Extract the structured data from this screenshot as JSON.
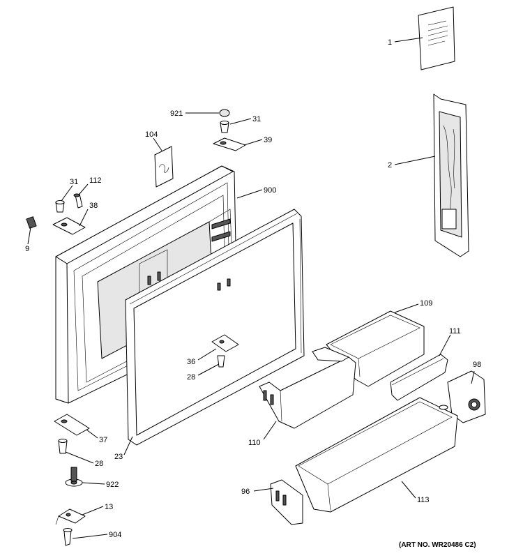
{
  "title": "",
  "art_number": "(ART NO. WR20486 C2)",
  "callouts": {
    "c1": "1",
    "c2": "2",
    "c921": "921",
    "c31a": "31",
    "c39": "39",
    "c104": "104",
    "c31b": "31",
    "c112": "112",
    "c38": "38",
    "c9": "9",
    "c900": "900",
    "c109": "109",
    "c111": "111",
    "c98": "98",
    "c36": "36",
    "c28a": "28",
    "c37": "37",
    "c28b": "28",
    "c922": "922",
    "c13": "13",
    "c904": "904",
    "c23": "23",
    "c110": "110",
    "c96": "96",
    "c113": "113"
  },
  "parts": [
    "manual",
    "ice-maker-kit",
    "cap",
    "hinge-bushing",
    "hinge-cover",
    "badge",
    "screw",
    "hinge-bracket",
    "leveling-leg",
    "freezer-door",
    "door-gasket",
    "deep-bin",
    "bin-small",
    "cover",
    "hinge-bracket-lower",
    "pin",
    "wheel",
    "bracket",
    "bin-large",
    "bin-end"
  ]
}
